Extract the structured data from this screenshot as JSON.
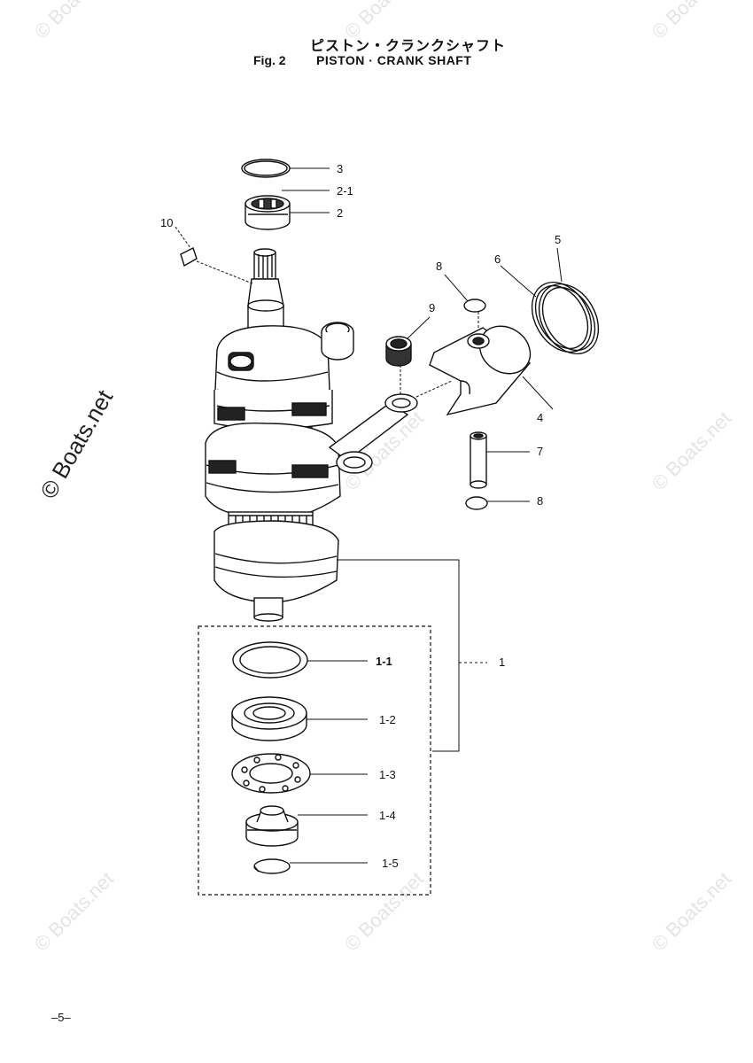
{
  "header": {
    "title_jp": "ピストン・クランクシャフト",
    "fig_label": "Fig. 2",
    "fig_title": "PISTON · CRANK SHAFT"
  },
  "callouts": {
    "c3": "3",
    "c2_1": "2-1",
    "c2": "2",
    "c10": "10",
    "c5": "5",
    "c6": "6",
    "c8a": "8",
    "c9": "9",
    "c4": "4",
    "c7": "7",
    "c8b": "8",
    "c1": "1",
    "c1_1": "1-1",
    "c1_2": "1-2",
    "c1_3": "1-3",
    "c1_4": "1-4",
    "c1_5": "1-5"
  },
  "watermarks": {
    "side": "© Boats.net",
    "tile": "© Boats.net"
  },
  "footer": {
    "page_number": "–5–"
  }
}
